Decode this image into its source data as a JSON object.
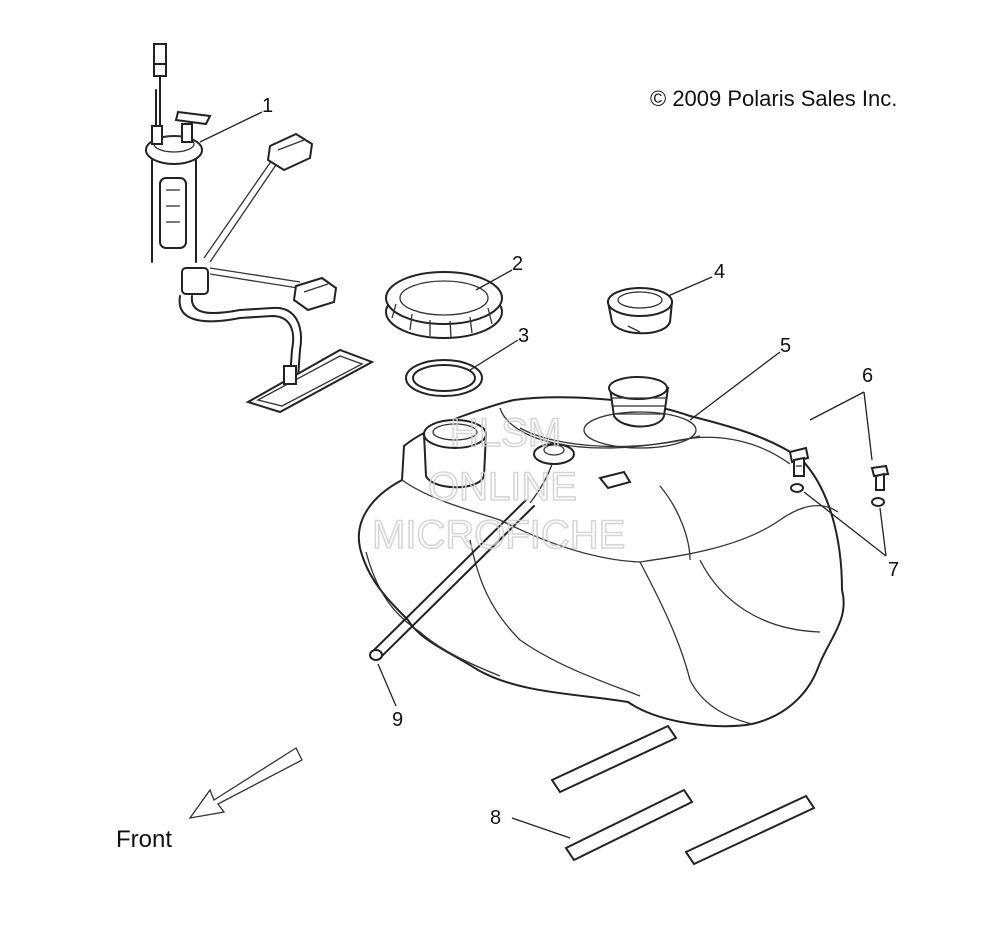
{
  "copyright": "© 2009 Polaris Sales Inc.",
  "front_label": "Front",
  "watermark": [
    "HLSM",
    "ONLINE",
    "MICROFICHE"
  ],
  "callouts": {
    "c1": "1",
    "c2": "2",
    "c3": "3",
    "c4": "4",
    "c5": "5",
    "c6": "6",
    "c7": "7",
    "c8": "8",
    "c9": "9"
  }
}
